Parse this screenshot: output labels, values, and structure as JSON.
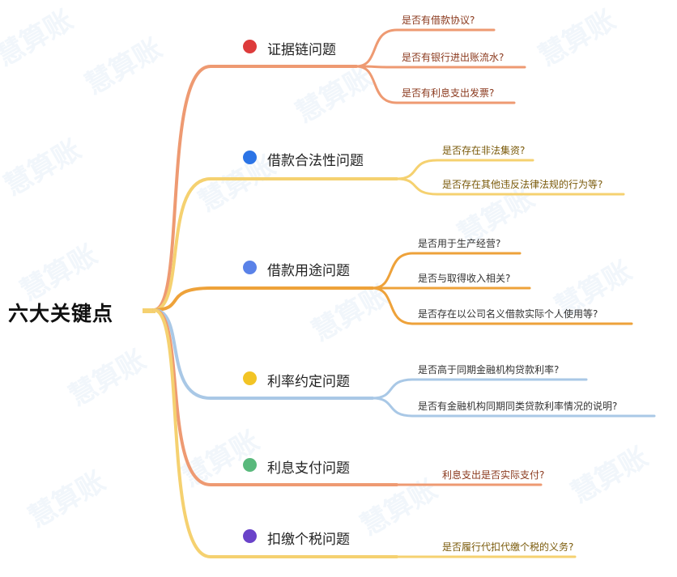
{
  "root": {
    "label": "六大关键点"
  },
  "watermark_text": "慧算账",
  "branches": [
    {
      "label": "证据链问题",
      "dot_color": "#dd3b3b",
      "line_color": "#ee9a72",
      "leaf_color": "#8b3a1e",
      "leaves": [
        "是否有借款协议?",
        "是否有银行进出账流水?",
        "是否有利息支出发票?"
      ]
    },
    {
      "label": "借款合法性问题",
      "dot_color": "#2b74e6",
      "line_color": "#f5d170",
      "leaf_color": "#7a5a0a",
      "leaves": [
        "是否存在非法集资?",
        "是否存在其他违反法律法规的行为等?"
      ]
    },
    {
      "label": "借款用途问题",
      "dot_color": "#5a82e8",
      "line_color": "#eea23a",
      "leaf_color": "#333333",
      "leaves": [
        "是否用于生产经营?",
        "是否与取得收入相关?",
        "是否存在以公司名义借款实际个人使用等?"
      ]
    },
    {
      "label": "利率约定问题",
      "dot_color": "#f2c425",
      "line_color": "#a9c8e6",
      "leaf_color": "#333333",
      "leaves": [
        "是否高于同期金融机构贷款利率?",
        "是否有金融机构同期同类贷款利率情况的说明?"
      ]
    },
    {
      "label": "利息支付问题",
      "dot_color": "#59b97c",
      "line_color": "#ee9a72",
      "leaf_color": "#8b3a1e",
      "leaves": [
        "利息支出是否实际支付?"
      ]
    },
    {
      "label": "扣缴个税问题",
      "dot_color": "#6a43c9",
      "line_color": "#f5d170",
      "leaf_color": "#7a5a0a",
      "leaves": [
        "是否履行代扣代缴个税的义务?"
      ]
    }
  ]
}
